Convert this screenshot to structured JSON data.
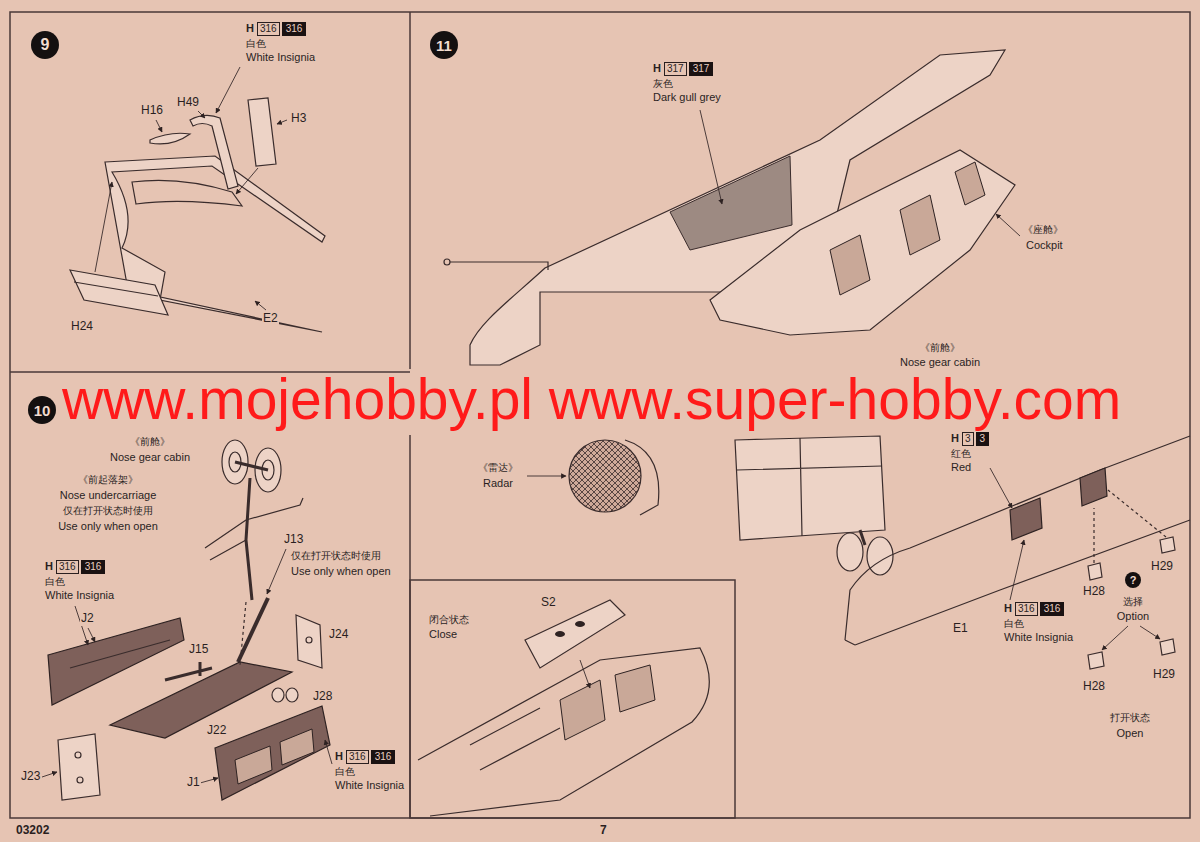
{
  "diagram": {
    "nodes": [
      {
        "text": [
          "9"
        ]
      },
      {
        "text": [
          "10"
        ]
      },
      {
        "text": [
          "11"
        ]
      },
      {
        "text": [
          "?"
        ]
      }
    ],
    "labels": [
      "H",
      "316",
      "316",
      "白色",
      "White Insignia",
      "H49",
      "H16",
      "H3",
      "H24",
      "E2",
      "《前舱》",
      "Nose gear cabin",
      "《前起落架》",
      "Nose undercarriage",
      "仅在打开状态时使用",
      "Use only when open",
      "J13",
      "仅在打开状态时使用",
      "Use only when open",
      "H",
      "316",
      "316",
      "白色",
      "White Insignia",
      "J2",
      "J24",
      "J15",
      "J28",
      "J22",
      "J23",
      "J1",
      "H",
      "316",
      "316",
      "白色",
      "White Insignia",
      "H",
      "317",
      "317",
      "灰色",
      "Dark gull grey",
      "《座舱》",
      "Cockpit",
      "《前舱》",
      "Nose gear cabin",
      "《雷达》",
      "Radar",
      "H",
      "3",
      "3",
      "红色",
      "Red",
      "H29",
      "H28",
      "E1",
      "H",
      "316",
      "316",
      "白色",
      "White Insignia",
      "选择",
      "Option",
      "H28",
      "H29",
      "打开状态",
      "Open",
      "闭合状态",
      "Close",
      "S2",
      "03202",
      "7",
      "www.mojehobby.pl www.super-hobby.com"
    ]
  }
}
